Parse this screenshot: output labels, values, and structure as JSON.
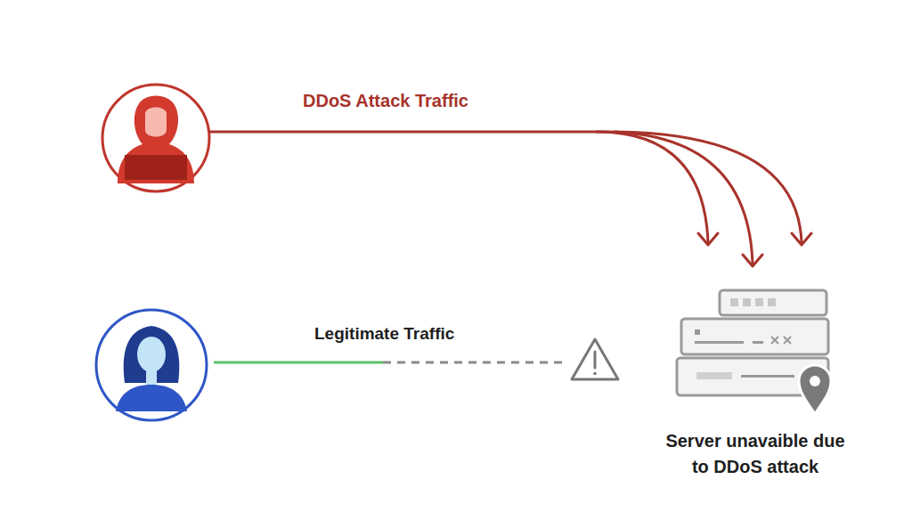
{
  "diagram": {
    "nodes": [
      {
        "text": [
          "Server unavaible due to DDoS attack"
        ]
      }
    ],
    "labels": [
      "DDoS Attack Traffic",
      "Legitimate Traffic"
    ]
  }
}
